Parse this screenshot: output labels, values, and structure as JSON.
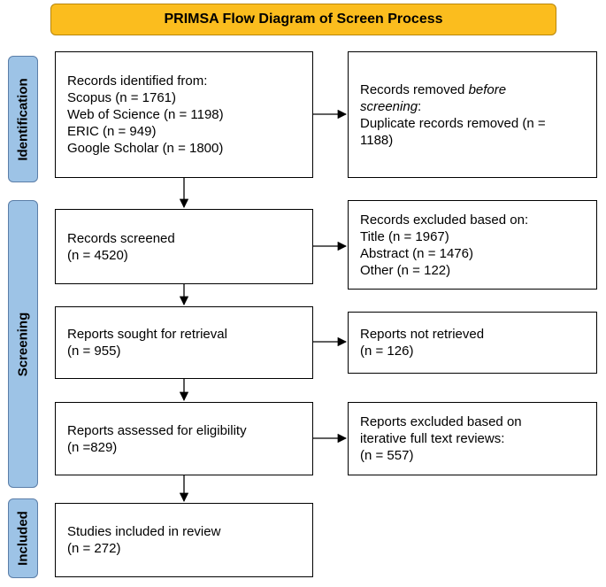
{
  "title": "PRIMSA Flow Diagram of Screen Process",
  "phases": {
    "identification": "Identification",
    "screening": "Screening",
    "included": "Included"
  },
  "boxes": {
    "records_identified": {
      "heading": "Records identified from:",
      "lines": [
        "Scopus (n = 1761)",
        "Web of Science (n = 1198)",
        "ERIC (n = 949)",
        "Google Scholar (n = 1800)"
      ]
    },
    "records_removed": {
      "line1_prefix": "Records removed ",
      "line1_emphasis": "before",
      "line2_emphasis": "screening",
      "line2_suffix": ":",
      "line3": "Duplicate records removed (n =",
      "line4": "1188)"
    },
    "records_screened": {
      "label": "Records screened",
      "count": "(n = 4520)"
    },
    "records_excluded": {
      "heading": "Records excluded based on:",
      "lines": [
        "Title (n = 1967)",
        "Abstract (n = 1476)",
        "Other (n = 122)"
      ]
    },
    "reports_sought": {
      "label": "Reports sought for retrieval",
      "count": "(n = 955)"
    },
    "reports_not_retrieved": {
      "label": "Reports not retrieved",
      "count": "(n = 126)"
    },
    "reports_assessed": {
      "label": "Reports assessed for eligibility",
      "count": "(n =829)"
    },
    "reports_excluded": {
      "line1": "Reports excluded based on",
      "line2": "iterative full text reviews:",
      "count": "(n = 557)"
    },
    "studies_included": {
      "label": "Studies included in review",
      "count": "(n = 272)"
    }
  }
}
